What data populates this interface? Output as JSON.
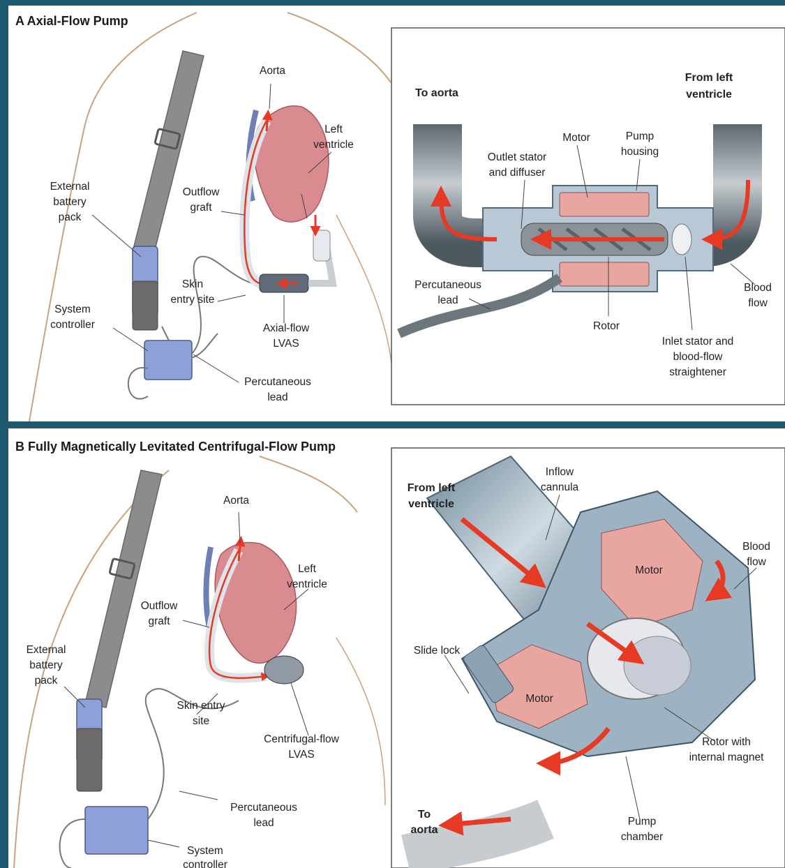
{
  "panel_a": {
    "title": "A  Axial-Flow Pump",
    "body_labels": {
      "aorta": "Aorta",
      "left_ventricle": [
        "Left",
        "ventricle"
      ],
      "external_battery_pack": [
        "External",
        "battery",
        "pack"
      ],
      "outflow_graft": [
        "Outflow",
        "graft"
      ],
      "skin_entry_site": [
        "Skin",
        "entry site"
      ],
      "system_controller": [
        "System",
        "controller"
      ],
      "axial_flow_lvas": [
        "Axial-flow",
        "LVAS"
      ],
      "percutaneous_lead": [
        "Percutaneous",
        "lead"
      ]
    },
    "inset_labels": {
      "to_aorta": "To aorta",
      "from_left_ventricle": [
        "From left",
        "ventricle"
      ],
      "motor": "Motor",
      "pump_housing": [
        "Pump",
        "housing"
      ],
      "outlet_stator": [
        "Outlet stator",
        "and diffuser"
      ],
      "percutaneous_lead": [
        "Percutaneous",
        "lead"
      ],
      "rotor": "Rotor",
      "blood_flow": [
        "Blood",
        "flow"
      ],
      "inlet_stator": [
        "Inlet stator and",
        "blood-flow",
        "straightener"
      ]
    }
  },
  "panel_b": {
    "title": "B  Fully Magnetically Levitated Centrifugal-Flow Pump",
    "body_labels": {
      "aorta": "Aorta",
      "left_ventricle": [
        "Left",
        "ventricle"
      ],
      "outflow_graft": [
        "Outflow",
        "graft"
      ],
      "external_battery_pack": [
        "External",
        "battery",
        "pack"
      ],
      "skin_entry_site": [
        "Skin entry",
        "site"
      ],
      "centrifugal_flow_lvas": [
        "Centrifugal-flow",
        "LVAS"
      ],
      "percutaneous_lead": [
        "Percutaneous",
        "lead"
      ],
      "system_controller": [
        "System",
        "controller"
      ]
    },
    "inset_labels": {
      "from_left_ventricle": [
        "From left",
        "ventricle"
      ],
      "inflow_cannula": [
        "Inflow",
        "cannula"
      ],
      "motor_top": "Motor",
      "blood_flow": [
        "Blood",
        "flow"
      ],
      "slide_lock": "Slide lock",
      "motor_bottom": "Motor",
      "rotor_magnet": [
        "Rotor with",
        "internal magnet"
      ],
      "to_aorta": [
        "To",
        "aorta"
      ],
      "pump_chamber": [
        "Pump",
        "chamber"
      ]
    }
  },
  "colors": {
    "frame": "#1d5a70",
    "skin_outline": "#c9a27e",
    "heart": "#d98b8f",
    "motor": "#e9a5a0",
    "housing": "#8aa6b8",
    "flow_arrow": "#e63a25",
    "strap": "#8c8c8c",
    "device_blue": "#8ea0d8"
  }
}
